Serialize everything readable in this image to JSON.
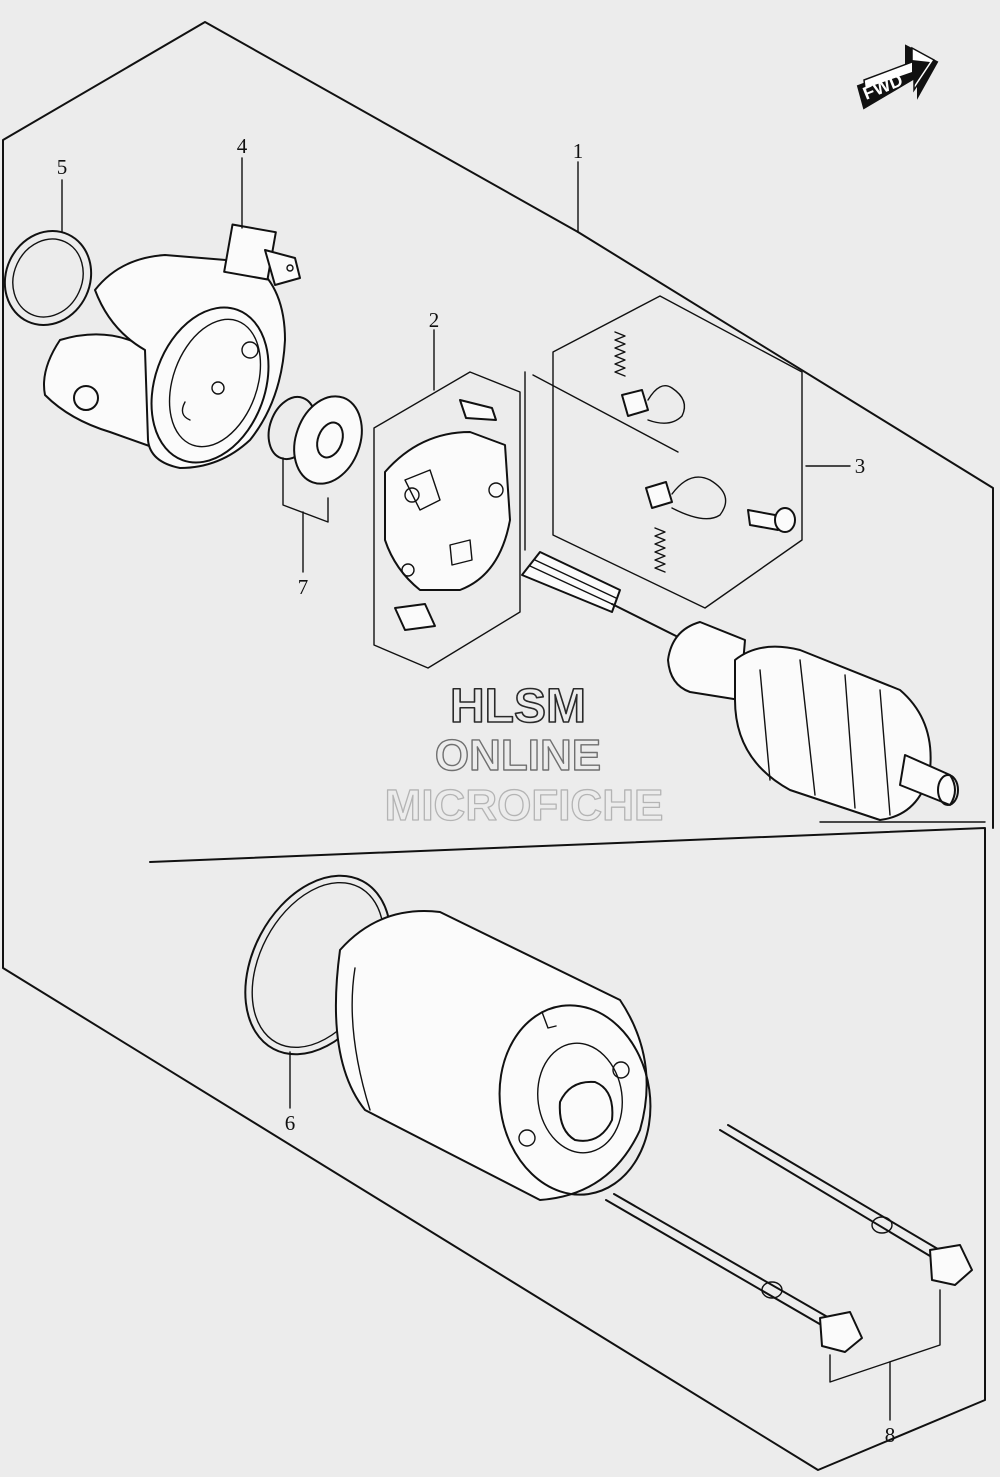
{
  "fwd_badge": {
    "text": "FWD"
  },
  "watermark": {
    "line1": "HLSM",
    "line2": "ONLINE",
    "line3": "MICROFICHE"
  },
  "callouts": [
    {
      "id": "1",
      "text": "1"
    },
    {
      "id": "2",
      "text": "2"
    },
    {
      "id": "3",
      "text": "3"
    },
    {
      "id": "4",
      "text": "4"
    },
    {
      "id": "5",
      "text": "5"
    },
    {
      "id": "6",
      "text": "6"
    },
    {
      "id": "7",
      "text": "7"
    },
    {
      "id": "8",
      "text": "8"
    }
  ]
}
